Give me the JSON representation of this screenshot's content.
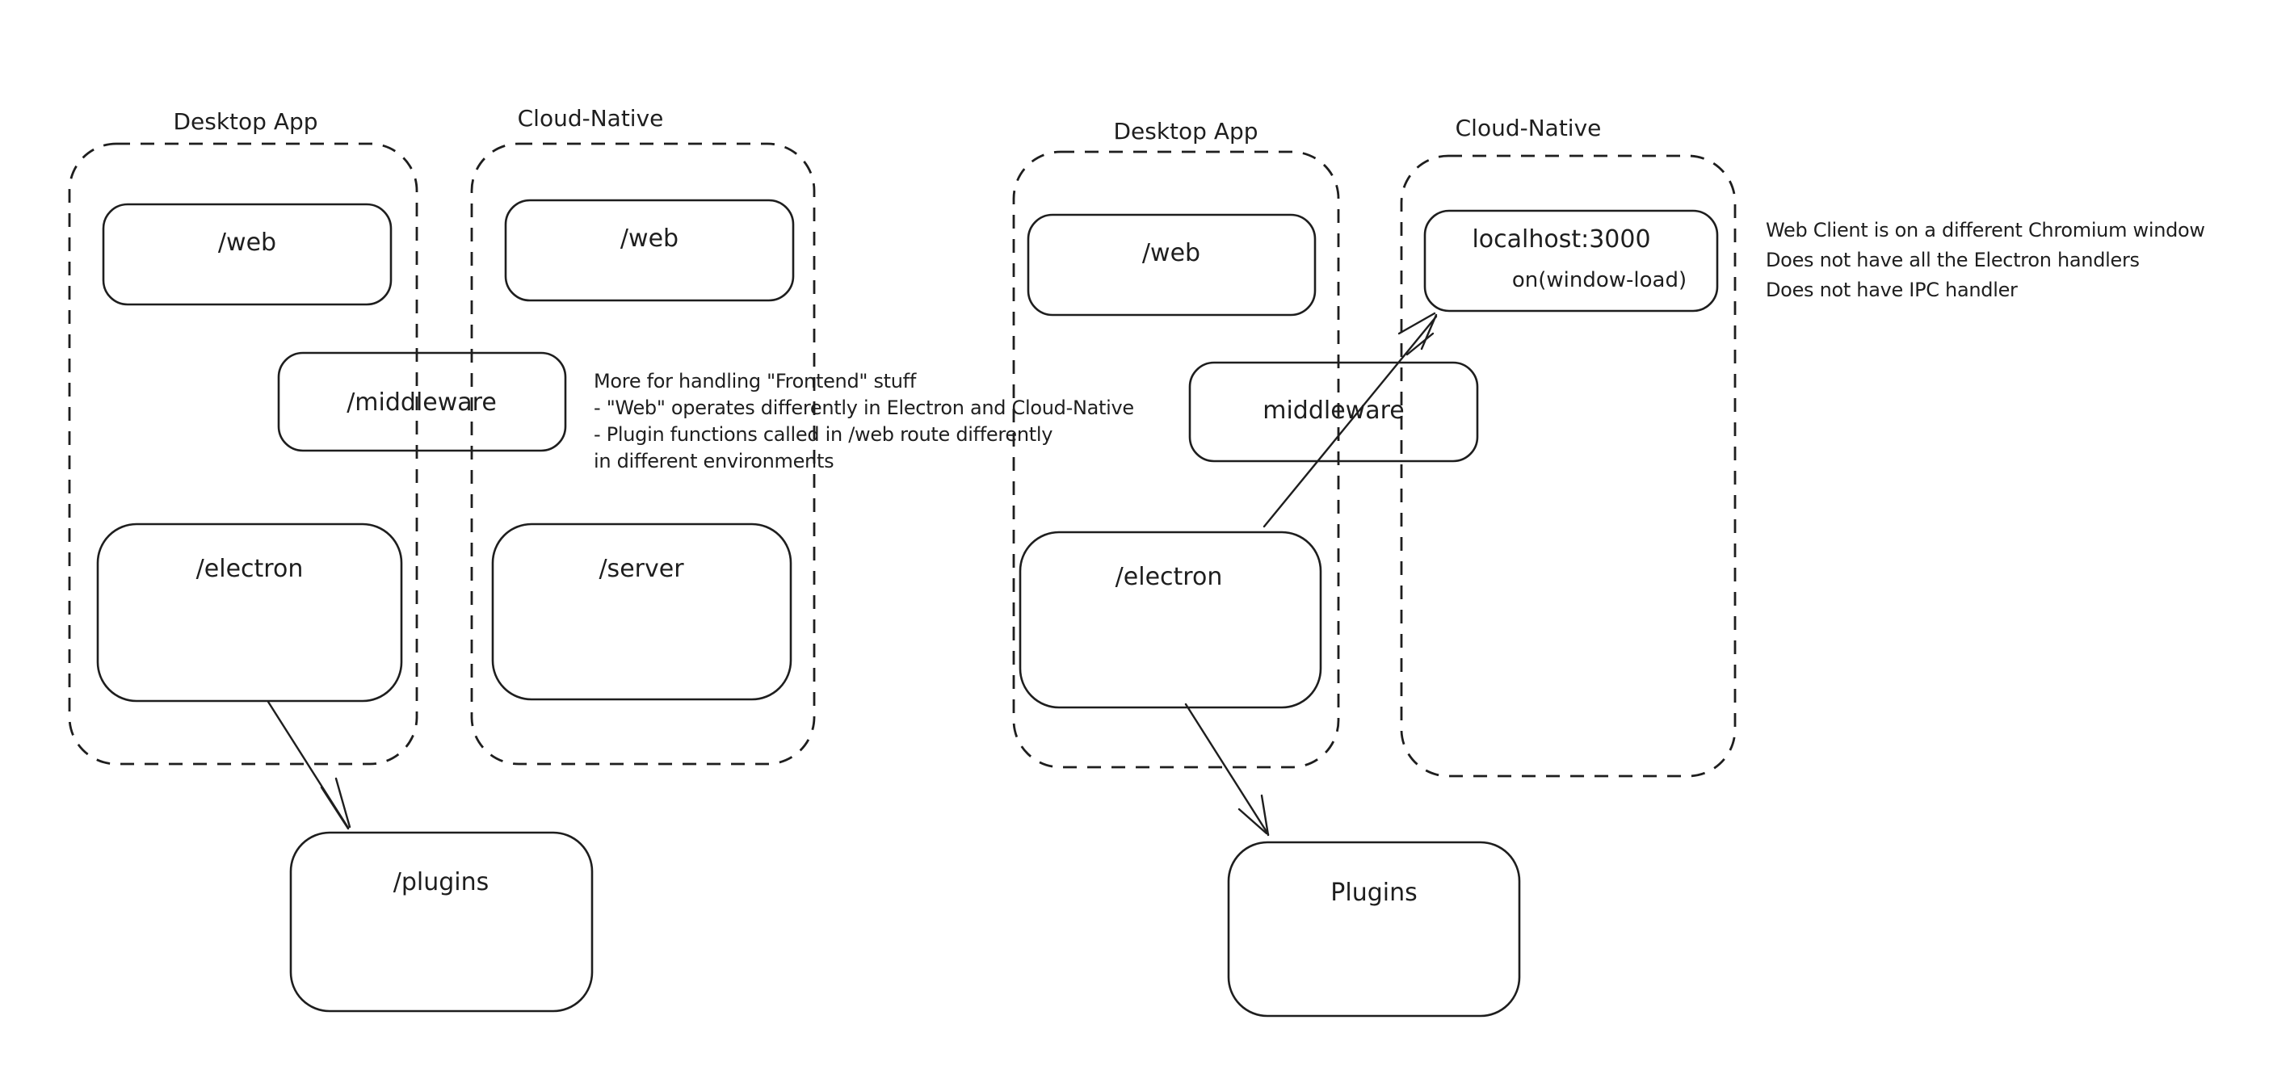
{
  "canvas": {
    "background": "#ffffff",
    "ink": "#1e1e1e",
    "green": "#2f9e44",
    "red": "#e03131"
  },
  "left_diagram": {
    "desktop_app": {
      "title": "Desktop App",
      "web_box": "/web",
      "electron_box": "/electron"
    },
    "cloud_native": {
      "title": "Cloud-Native",
      "web_box": "/web",
      "server_box": "/server"
    },
    "middleware_box": "/middleware",
    "plugins_box": "/plugins"
  },
  "right_diagram": {
    "desktop_app": {
      "title": "Desktop App",
      "web_box": "/web",
      "electron_box": "/electron"
    },
    "cloud_native": {
      "title": "Cloud-Native",
      "localhost_box": "localhost:3000",
      "on_window_load": "on(window-load)"
    },
    "middleware_box": "middleware",
    "plugins_box": "Plugins"
  },
  "notes": {
    "green_note": {
      "lines": [
        "More for handling \"Frontend\" stuff",
        "- \"Web\" operates differently in Electron and Cloud-Native",
        "- Plugin functions called in /web route differently",
        "in different environments"
      ]
    },
    "red_note": {
      "lines": [
        "Web Client is on a different Chromium window",
        "Does not have all the Electron handlers",
        "Does not have IPC handler"
      ]
    }
  }
}
